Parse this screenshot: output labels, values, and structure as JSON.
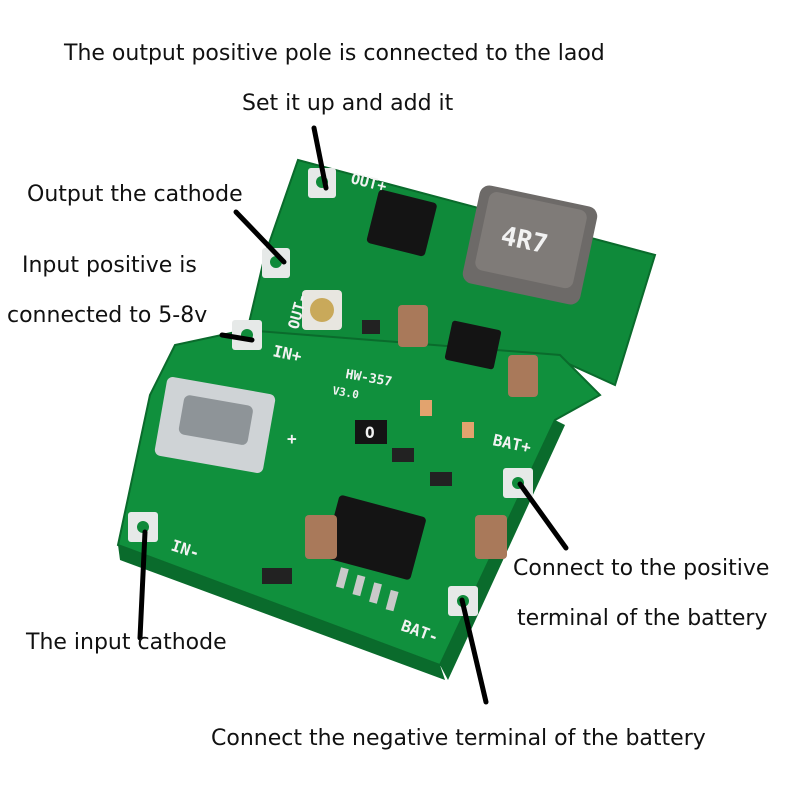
{
  "annotations": {
    "output_positive_line1": "The output positive pole is connected to the laod",
    "output_positive_line2": "Set it up and add it",
    "output_cathode": "Output the cathode",
    "input_positive_line1": "Input positive is",
    "input_positive_line2": "connected to 5-8v",
    "input_cathode": "The input cathode",
    "battery_positive_line1": "Connect to the positive",
    "battery_positive_line2": "terminal of the battery",
    "battery_negative": "Connect the negative terminal of the battery"
  },
  "board": {
    "model": "HW-357",
    "version": "V3.0",
    "inductor": "4R7",
    "pad_out_plus": "OUT+",
    "pad_out_minus": "OUT-",
    "pad_in_plus": "IN+",
    "pad_in_minus": "IN-",
    "pad_bat_plus": "BAT+",
    "pad_bat_minus": "BAT-",
    "marking_zero": "O",
    "marking_plus": "+"
  },
  "colors": {
    "pcb": "#0f8a3a",
    "pcb_dark": "#0a6b2c",
    "pad": "#e6e9e8",
    "ic": "#141414",
    "inductor": "#6d6a68",
    "capacitor": "#a9795a"
  }
}
